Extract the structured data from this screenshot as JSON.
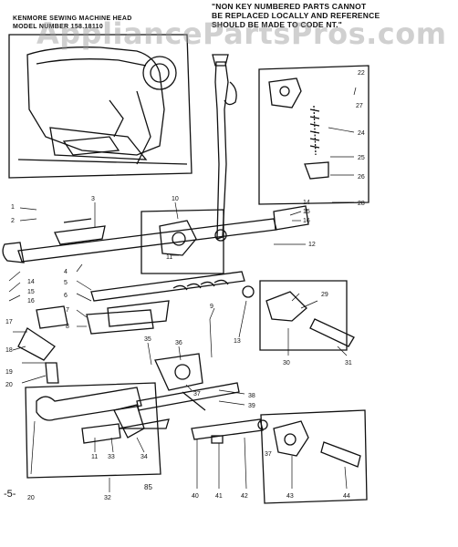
{
  "header": {
    "line1": "KENMORE SEWING MACHINE HEAD",
    "line2": "MODEL NUMBER 158.18110"
  },
  "notice": {
    "line1": "\"NON KEY NUMBERED PARTS CANNOT",
    "line2": "BE REPLACED LOCALLY AND REFERENCE",
    "line3": "SHOULD BE MADE TO CODE NT.\""
  },
  "watermark": "AppliancePartsPros.com",
  "page_number": "-5-",
  "code_label": "85",
  "callouts": [
    "1",
    "2",
    "3",
    "4",
    "5",
    "6",
    "7",
    "8",
    "9",
    "10",
    "11",
    "12",
    "13",
    "14",
    "15",
    "16",
    "17",
    "18",
    "19",
    "20",
    "22",
    "24",
    "25",
    "26",
    "27",
    "28",
    "29",
    "30",
    "31",
    "32",
    "33",
    "34",
    "35",
    "36",
    "37",
    "38",
    "39",
    "40",
    "41",
    "42",
    "43",
    "44"
  ]
}
